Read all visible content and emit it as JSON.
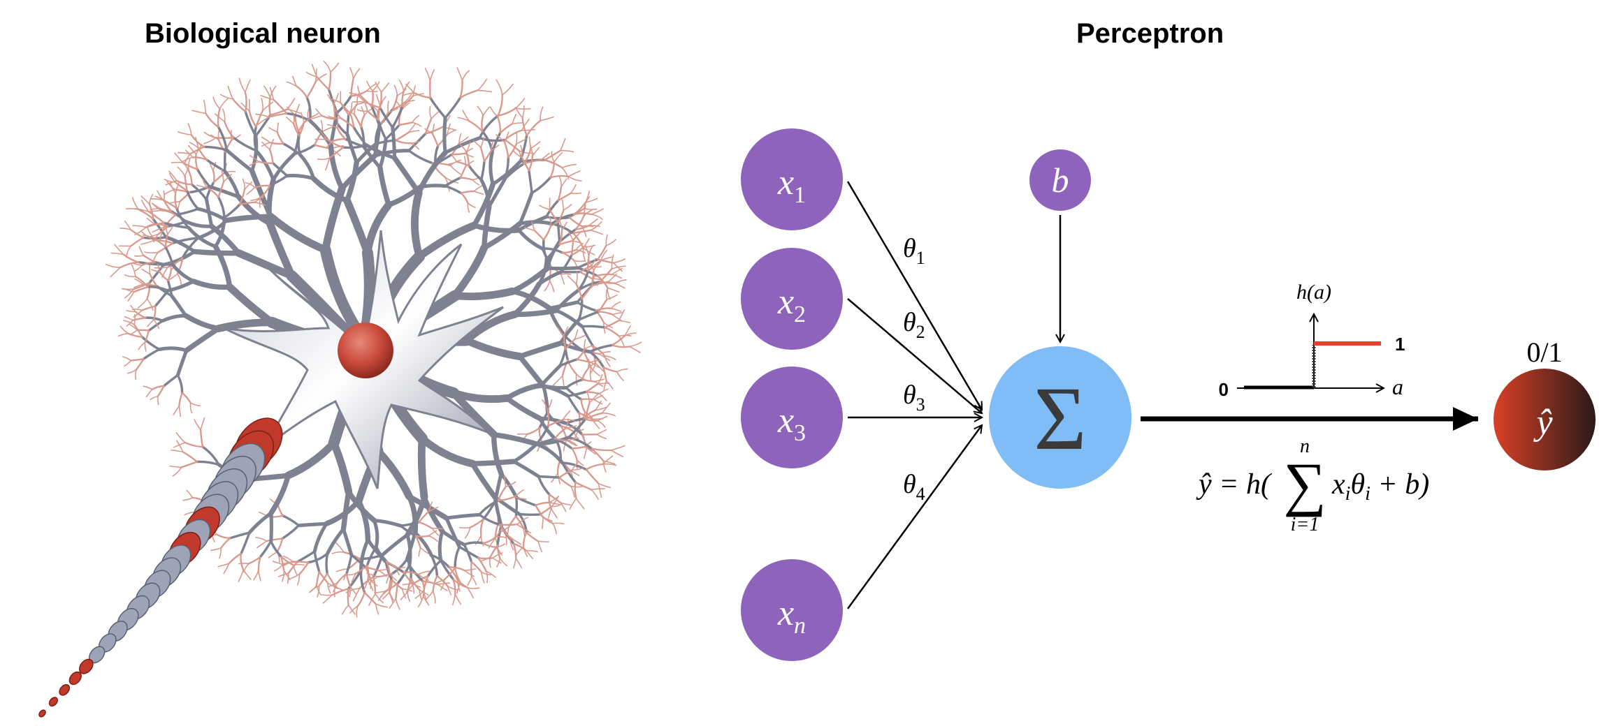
{
  "titles": {
    "left": "Biological neuron",
    "right": "Perceptron"
  },
  "inputs": [
    {
      "var": "x",
      "sub": "1"
    },
    {
      "var": "x",
      "sub": "2"
    },
    {
      "var": "x",
      "sub": "3"
    },
    {
      "var": "x",
      "sub": "n"
    }
  ],
  "weights": [
    {
      "sym": "θ",
      "sub": "1"
    },
    {
      "sym": "θ",
      "sub": "2"
    },
    {
      "sym": "θ",
      "sub": "3"
    },
    {
      "sym": "θ",
      "sub": "4"
    }
  ],
  "bias": "b",
  "summation": "Σ",
  "activation": {
    "ylabel": "h(a)",
    "xlabel": "a",
    "low": "0",
    "high": "1"
  },
  "output": {
    "label": "ŷ",
    "range": "0/1"
  },
  "formula": {
    "lhs": "ŷ = h(",
    "sum_upper": "n",
    "sum_symbol": "∑",
    "sum_lower": "i=1",
    "term_x": "x",
    "term_x_sub": "i",
    "term_theta": "θ",
    "term_theta_sub": "i",
    "rhs": " + b)"
  },
  "colors": {
    "input_node": "#8e63bb",
    "sum_node": "#80bcf6",
    "output_node_start": "#d94026",
    "output_node_end": "#2a1a18",
    "step_high": "#e8402a",
    "dendrite": "#7d8190",
    "soma": "#c8483a",
    "axon_segment": "#9ea4b6",
    "myelin_red": "#c0392b"
  }
}
